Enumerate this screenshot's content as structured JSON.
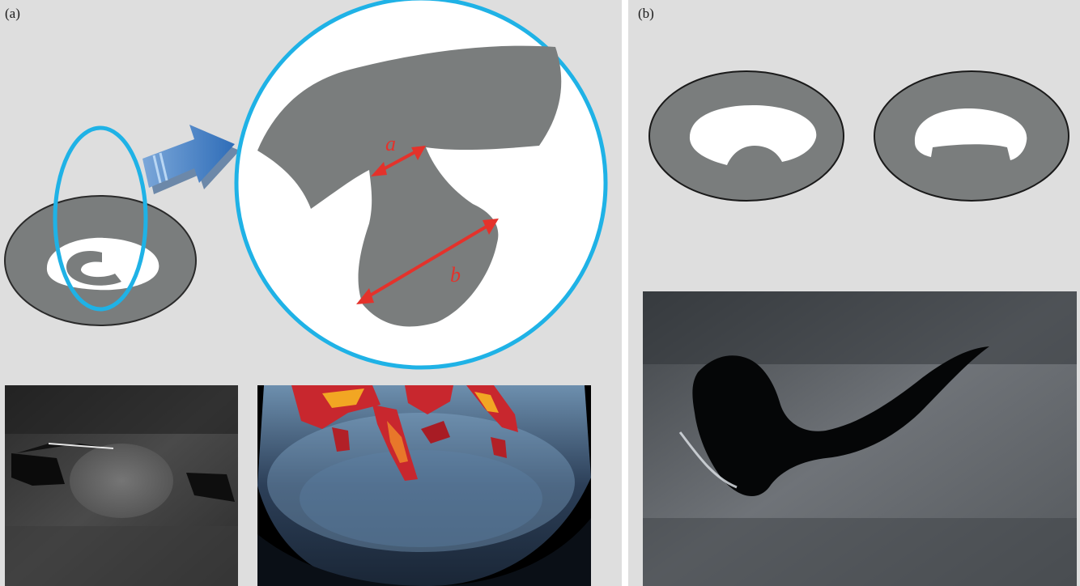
{
  "panels": {
    "a": {
      "label": "(a)",
      "measures": {
        "a_label": "a",
        "b_label": "b"
      },
      "images": [
        {
          "kind": "grayscale-ultrasound",
          "icon": "ultrasound-icon"
        },
        {
          "kind": "color-doppler-ultrasound",
          "icon": "doppler-icon"
        }
      ]
    },
    "b": {
      "label": "(b)",
      "images": [
        {
          "kind": "grayscale-ultrasound",
          "icon": "ultrasound-icon"
        }
      ]
    }
  },
  "colors": {
    "panel_background": "#dedede",
    "tissue_gray": "#7a7d7d",
    "highlight_cyan": "#1fb2e6",
    "arrow_blue": "#3a78c2",
    "measure_red": "#e4322b",
    "cavity_white": "#ffffff"
  }
}
